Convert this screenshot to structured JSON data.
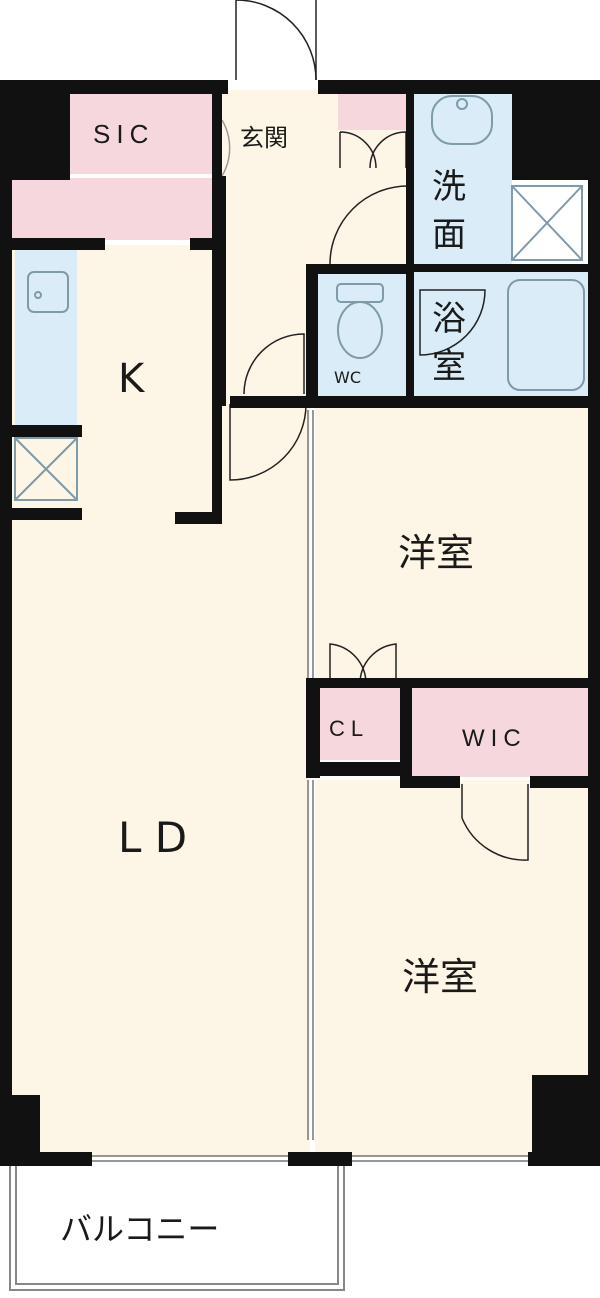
{
  "rooms": {
    "sic": "SIC",
    "genkan": "玄関",
    "senmen_1": "洗",
    "senmen_2": "面",
    "yokushitsu_1": "浴",
    "yokushitsu_2": "室",
    "wc": "WC",
    "kitchen": "K",
    "living_dining": "L D",
    "bedroom_1": "洋室",
    "bedroom_2": "洋室",
    "closet": "CL",
    "wic": "WIC",
    "balcony": "バルコニー"
  },
  "colors": {
    "floor": "#fdf6e6",
    "wall": "#111111",
    "storage": "#f6d7de",
    "wet_area": "#d9ecf7",
    "fixture_stroke": "#7f9aa8"
  }
}
